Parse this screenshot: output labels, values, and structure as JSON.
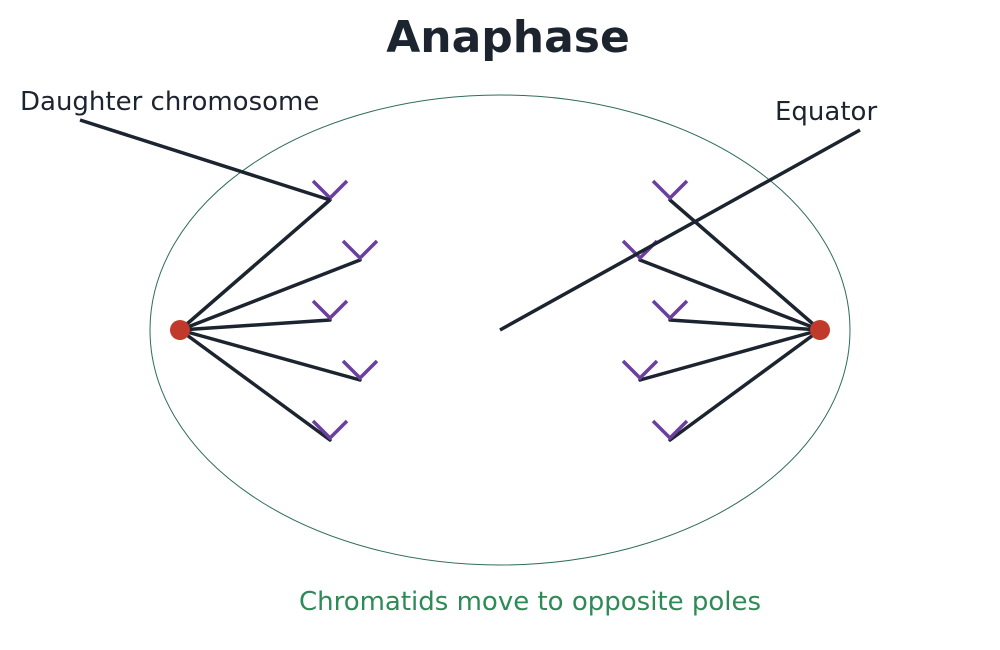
{
  "title": "Anaphase",
  "labels": {
    "daughter_chromosome": "Daughter chromosome",
    "equator": "Equator"
  },
  "caption": "Chromatids move to opposite poles",
  "colors": {
    "title": "#1c2430",
    "label": "#1c2430",
    "caption": "#2e8b57",
    "cell_outline": "#2f6b5e",
    "centriole": "#c0392b",
    "spindle_fiber": "#1c2430",
    "chromosome": "#6b3fa0",
    "leader_line": "#1c2430"
  },
  "left_pole": {
    "chromosome_count": 5,
    "icon": "centriole"
  },
  "right_pole": {
    "chromosome_count": 5,
    "icon": "centriole"
  }
}
